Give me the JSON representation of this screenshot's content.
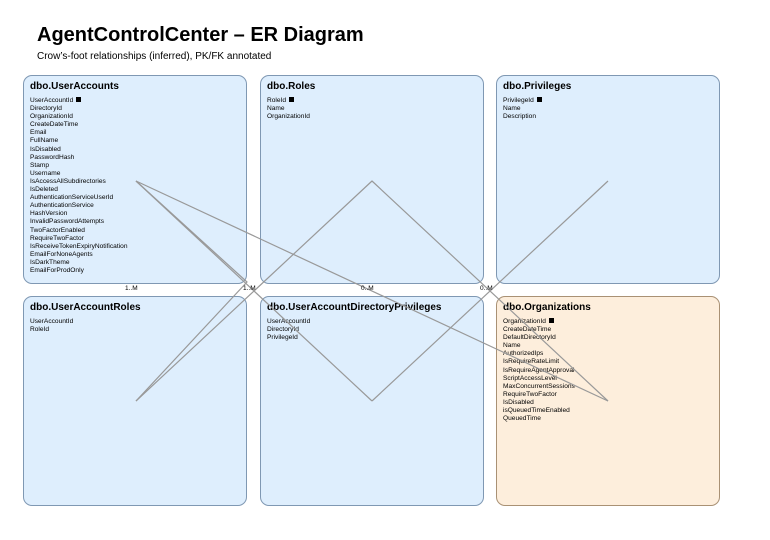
{
  "header": {
    "title": "AgentControlCenter – ER Diagram",
    "subtitle": "Crow’s-foot relationships (inferred), PK/FK annotated"
  },
  "colors": {
    "entity_fill": "#deeefd",
    "entity_border": "#7f98b3",
    "highlight_fill": "#fdeedc",
    "highlight_border": "#a99174",
    "edge": "#999999"
  },
  "entities": {
    "user_accounts": {
      "title": "dbo.UserAccounts",
      "attributes": [
        {
          "name": "UserAccountId",
          "pk": true
        },
        {
          "name": "DirectoryId"
        },
        {
          "name": "OrganizationId"
        },
        {
          "name": "CreateDateTime"
        },
        {
          "name": "Email"
        },
        {
          "name": "FullName"
        },
        {
          "name": "IsDisabled"
        },
        {
          "name": "PasswordHash"
        },
        {
          "name": "Stamp"
        },
        {
          "name": "Username"
        },
        {
          "name": "IsAccessAllSubdirectories"
        },
        {
          "name": "IsDeleted"
        },
        {
          "name": "AuthenticationServiceUserId"
        },
        {
          "name": "AuthenticationService"
        },
        {
          "name": "HashVersion"
        },
        {
          "name": "InvalidPasswordAttempts"
        },
        {
          "name": "TwoFactorEnabled"
        },
        {
          "name": "RequireTwoFactor"
        },
        {
          "name": "IsReceiveTokenExpiryNotification"
        },
        {
          "name": "EmailForNoneAgents"
        },
        {
          "name": "IsDarkTheme"
        },
        {
          "name": "EmailForProdOnly"
        }
      ]
    },
    "roles": {
      "title": "dbo.Roles",
      "attributes": [
        {
          "name": "RoleId",
          "pk": true
        },
        {
          "name": "Name"
        },
        {
          "name": "OrganizationId"
        }
      ]
    },
    "privileges": {
      "title": "dbo.Privileges",
      "attributes": [
        {
          "name": "PrivilegeId",
          "pk": true
        },
        {
          "name": "Name"
        },
        {
          "name": "Description"
        }
      ]
    },
    "user_account_roles": {
      "title": "dbo.UserAccountRoles",
      "attributes": [
        {
          "name": "UserAccountId"
        },
        {
          "name": "RoleId"
        }
      ]
    },
    "user_account_directory_privileges": {
      "title": "dbo.UserAccountDirectoryPrivileges",
      "attributes": [
        {
          "name": "UserAccountId"
        },
        {
          "name": "DirectoryId"
        },
        {
          "name": "PrivilegeId"
        }
      ]
    },
    "organizations": {
      "title": "dbo.Organizations",
      "attributes": [
        {
          "name": "OrganizationId",
          "pk": true
        },
        {
          "name": "CreateDateTime"
        },
        {
          "name": "DefaultDirectoryId"
        },
        {
          "name": "Name"
        },
        {
          "name": "AuthorizedIps"
        },
        {
          "name": "IsRequireRateLimit"
        },
        {
          "name": "IsRequireAgentApproval"
        },
        {
          "name": "ScriptAccessLevel"
        },
        {
          "name": "MaxConcurrentSessions"
        },
        {
          "name": "RequireTwoFactor"
        },
        {
          "name": "IsDisabled"
        },
        {
          "name": "isQueuedTimeEnabled"
        },
        {
          "name": "QueuedTime"
        }
      ]
    }
  },
  "cardinalities": [
    {
      "text": "1..M",
      "from": "user_accounts",
      "to": "user_account_roles"
    },
    {
      "text": "1..M",
      "from": "roles",
      "to": "user_account_roles"
    },
    {
      "text": "0..M",
      "from": "user_accounts",
      "to": "user_account_directory_privileges"
    },
    {
      "text": "0..M",
      "from": "organizations",
      "to": "user_accounts"
    }
  ]
}
